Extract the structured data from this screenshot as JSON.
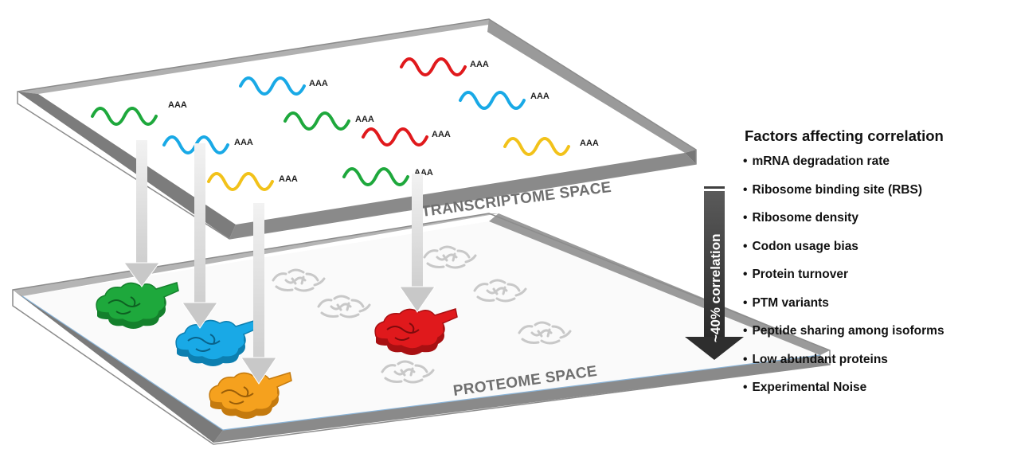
{
  "diagram": {
    "top_plane_label": "TRANSCRIPTOME SPACE",
    "bottom_plane_label": "PROTEOME SPACE",
    "poly_a_tail": "AAA",
    "correlation_label": "~40% correlation"
  },
  "factors": {
    "title": "Factors affecting correlation",
    "items": [
      "mRNA degradation rate",
      "Ribosome binding site (RBS)",
      "Ribosome density",
      "Codon usage bias",
      "Protein turnover",
      "PTM variants",
      "Peptide sharing among isoforms",
      "Low abundant proteins",
      "Experimental Noise"
    ]
  },
  "colors": {
    "green": "#1ea83c",
    "blue": "#19a9e6",
    "red": "#e0191c",
    "yellow": "#f2c21a",
    "orange": "#f5a11e",
    "frame": "#9e9e9e",
    "arrow": "#d9d9d9",
    "ghost_protein": "#c8c8c8",
    "correlation_arrow": "#3f3f3f"
  }
}
